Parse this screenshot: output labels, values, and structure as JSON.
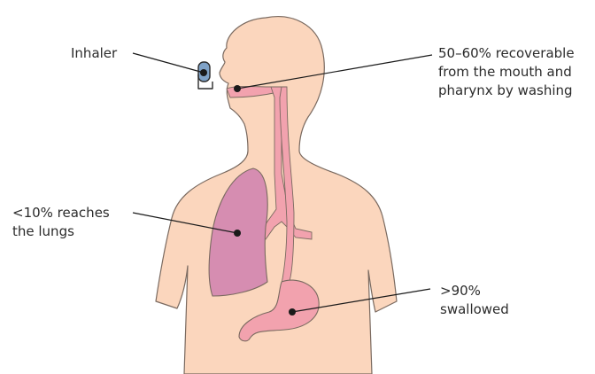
{
  "labels": {
    "inhaler": "Inhaler",
    "mouth": [
      "50–60% recoverable",
      "from the mouth and",
      "pharynx by washing"
    ],
    "lungs": [
      "<10% reaches",
      "the lungs"
    ],
    "swallowed": [
      ">90%",
      "swallowed"
    ]
  },
  "colors": {
    "skin": "#fbd6bd",
    "skin_outline": "#7a6a60",
    "airway": "#f2a2ae",
    "lung": "#d68db1",
    "stomach": "#f2a2ae",
    "inhaler_body": "#7fa2c7",
    "leader_line": "#1a1a1a"
  }
}
